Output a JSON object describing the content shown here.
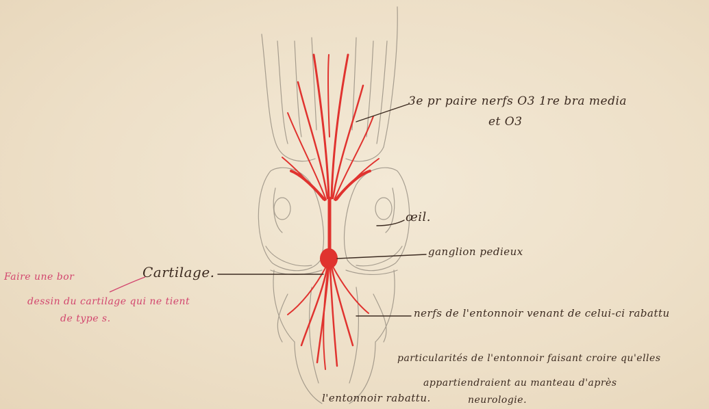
{
  "image": {
    "description_free": true,
    "paper_color": "#efe3cd",
    "pencil_color": "#8d8579",
    "nerve_color": "#e0332f",
    "ink_color": "#3b2a20",
    "note_ink_color": "#d2456e"
  },
  "labels": {
    "nerfs_paires_line1": "3e pr paire nerfs O3 1re bra media",
    "nerfs_paires_line2": "et O3",
    "oeil": "œil.",
    "ganglion": "ganglion pedieux",
    "cartilage": "Cartilage.",
    "nerfs_entonnoir": "nerfs de l'entonnoir venant de celui-ci rabattu",
    "particularites_line1": "particularités de l'entonnoir faisant croire qu'elles",
    "particularites_line2": "appartiendraient au manteau d'après",
    "particularites_line3": "neurologie.",
    "entonnoir_rabattu": "l'entonnoir rabattu."
  },
  "margin_note": {
    "line1": "Faire une bor",
    "line2": "dessin du cartilage qui ne tient",
    "line3": "de type s."
  }
}
